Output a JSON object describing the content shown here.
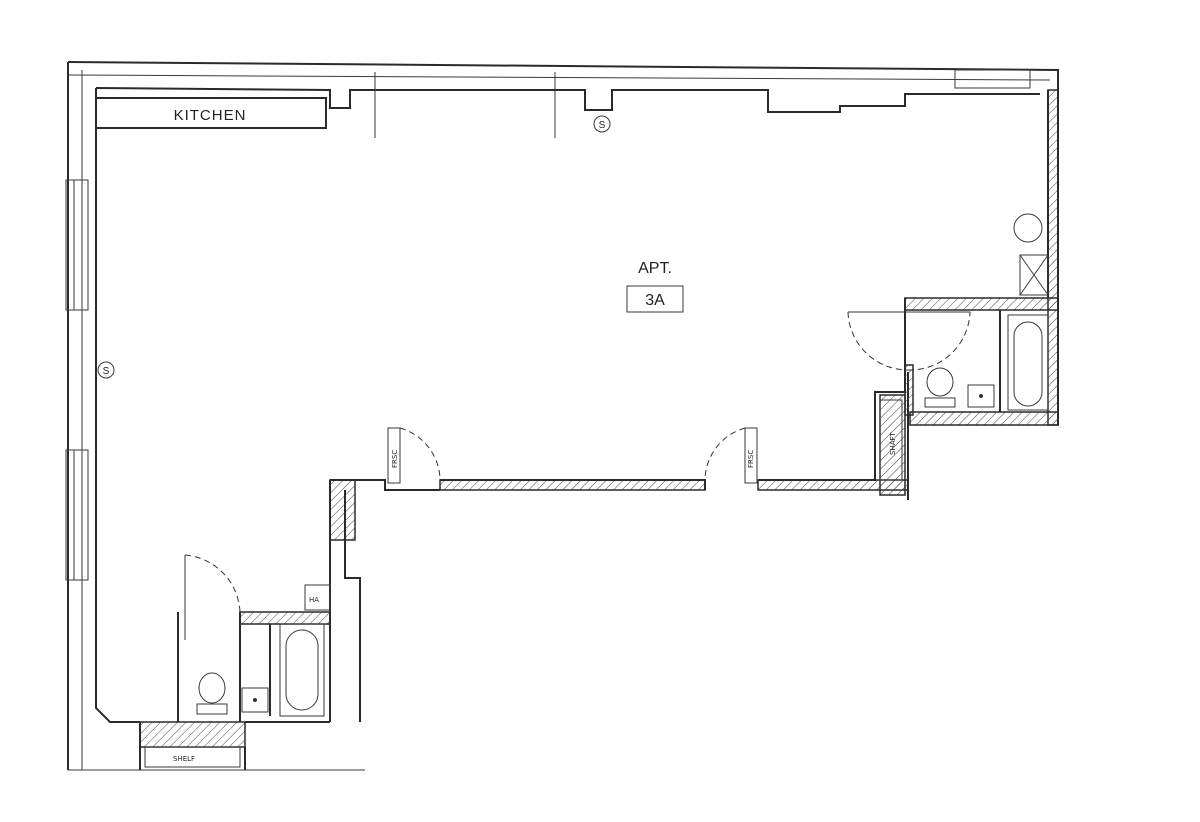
{
  "plan": {
    "apartment_label": "APT.",
    "unit_number": "3A",
    "kitchen_label": "KITCHEN",
    "smoke_detector_symbol": "S",
    "fire_rated_door_label": "FRSC",
    "shaft_label": "SHAFT",
    "shelf_label": "SHELF",
    "hvac_label": "HA",
    "icons": [
      "smoke-detector-icon",
      "toilet-icon",
      "sink-icon",
      "bathtub-icon",
      "door-swing-icon"
    ]
  }
}
